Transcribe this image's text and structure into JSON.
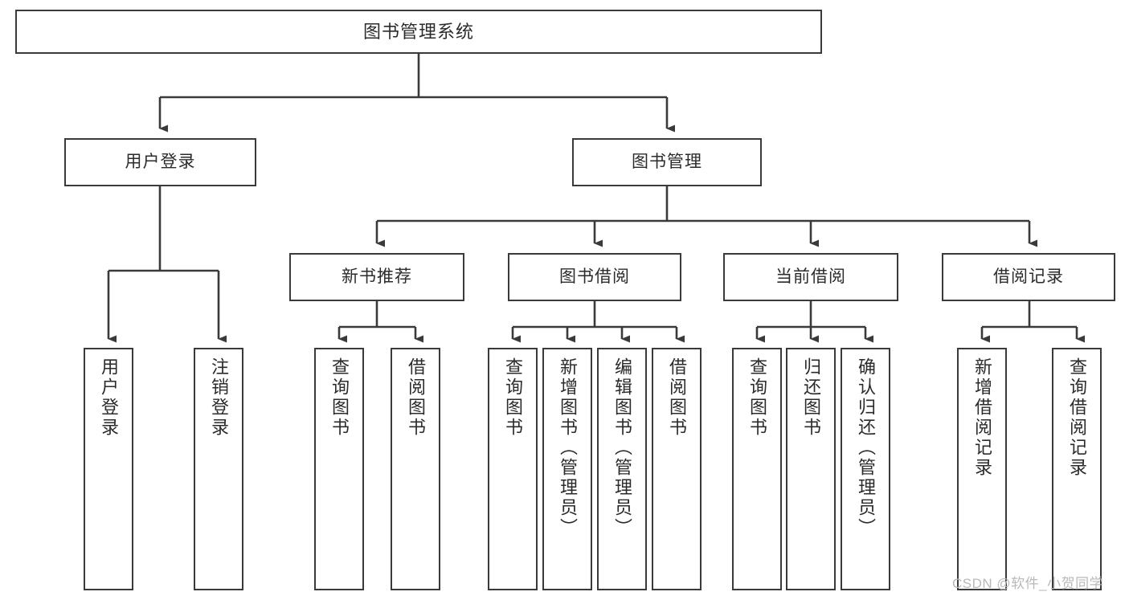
{
  "diagram": {
    "title": "图书管理系统",
    "type": "tree-hierarchy",
    "orientation": "top-down",
    "colors": {
      "box_border": "#3a3a3a",
      "box_fill": "#ffffff",
      "connector": "#3a3a3a",
      "text": "#2b2b2b",
      "watermark": "#b9b9b9",
      "background": "#ffffff"
    }
  },
  "root": {
    "label": "图书管理系统"
  },
  "level2": [
    {
      "label": "用户登录"
    },
    {
      "label": "图书管理"
    }
  ],
  "level3": [
    {
      "label": "新书推荐"
    },
    {
      "label": "图书借阅"
    },
    {
      "label": "当前借阅"
    },
    {
      "label": "借阅记录"
    }
  ],
  "leaves": {
    "user_login": [
      {
        "label": "用户登录"
      },
      {
        "label": "注销登录"
      }
    ],
    "new_book": [
      {
        "label": "查询图书"
      },
      {
        "label": "借阅图书"
      }
    ],
    "book_borrow": [
      {
        "label": "查询图书"
      },
      {
        "label": "新增图书（管理员）"
      },
      {
        "label": "编辑图书（管理员）"
      },
      {
        "label": "借阅图书"
      }
    ],
    "current_borrow": [
      {
        "label": "查询图书"
      },
      {
        "label": "归还图书"
      },
      {
        "label": "确认归还（管理员）"
      }
    ],
    "borrow_record": [
      {
        "label": "新增借阅记录"
      },
      {
        "label": "查询借阅记录"
      }
    ]
  },
  "watermark": {
    "text": "CSDN @软件_小贺同学"
  }
}
